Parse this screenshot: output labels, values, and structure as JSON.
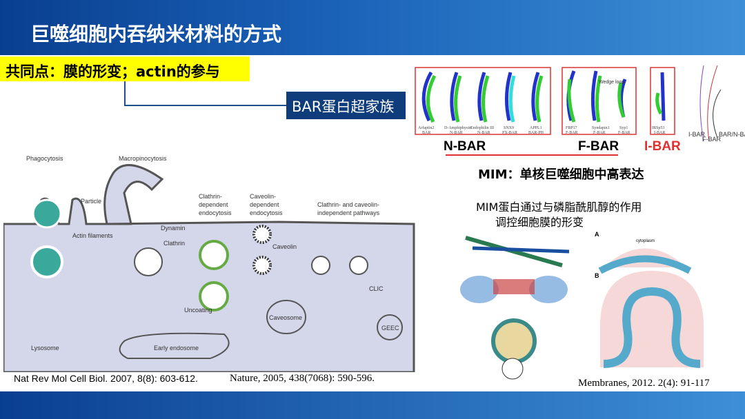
{
  "header": {
    "title": "巨噬细胞内吞纳米材料的方式"
  },
  "highlight": "共同点：膜的形变；actin的参与",
  "bar_family": "BAR蛋白超家族",
  "bar_panel": {
    "proteins": [
      [
        "Arfaptin2",
        "BAR"
      ],
      [
        "D-Amphiphysin",
        "N-BAR"
      ],
      [
        "Endophilin III",
        "N-BAR"
      ],
      [
        "SNX9",
        "PX-BAR"
      ],
      [
        "APPL1",
        "BAR-PH"
      ],
      [
        "FBP17",
        "F-BAR"
      ],
      [
        "Syndapin1",
        "F-BAR"
      ],
      [
        "Syp1",
        "F-BAR"
      ],
      [
        "IRSp53",
        "I-BAR"
      ]
    ],
    "curve_labels": [
      "I-BAR",
      "F-BAR",
      "BAR/N-BAR"
    ],
    "wedge_loop": "Wedge loop",
    "groups": [
      "N-BAR",
      "F-BAR",
      "I-BAR"
    ]
  },
  "mim": "MIM：单核巨噬细胞中高表达",
  "mim_desc": [
    "MIM蛋白通过与磷脂酰肌醇的作用",
    "调控细胞膜的形变"
  ],
  "diagram": {
    "labels": {
      "phago": "Phagocytosis",
      "macro": "Macropinocytosis",
      "particle": "Particle",
      "actin": "Actin filaments",
      "clathrin_dep": [
        "Clathrin-",
        "dependent",
        "endocytosis"
      ],
      "caveolin_dep": [
        "Caveolin-",
        "dependent",
        "endocytosis"
      ],
      "indep": [
        "Clathrin- and caveolin-",
        "independent pathways"
      ],
      "dynamin": "Dynamin",
      "clathrin": "Clathrin",
      "caveolin": "Caveolin",
      "uncoating": "Uncoating",
      "caveosome": "Caveosome",
      "clic": "CLIC",
      "geec": "GEEC",
      "lysosome": "Lysosome",
      "early": "Early endosome"
    }
  },
  "mim_fig": {
    "a": "A",
    "b": "B",
    "cytoplasm": "cytoplasm"
  },
  "citations": [
    "Nat Rev Mol Cell Biol. 2007, 8(8): 603-612.",
    "Nature, 2005, 438(7068): 590-596.",
    "Membranes, 2012. 2(4): 91-117"
  ],
  "colors": {
    "header": "#1a62b8",
    "highlight": "#ffff00",
    "ibar": "#e03030"
  }
}
